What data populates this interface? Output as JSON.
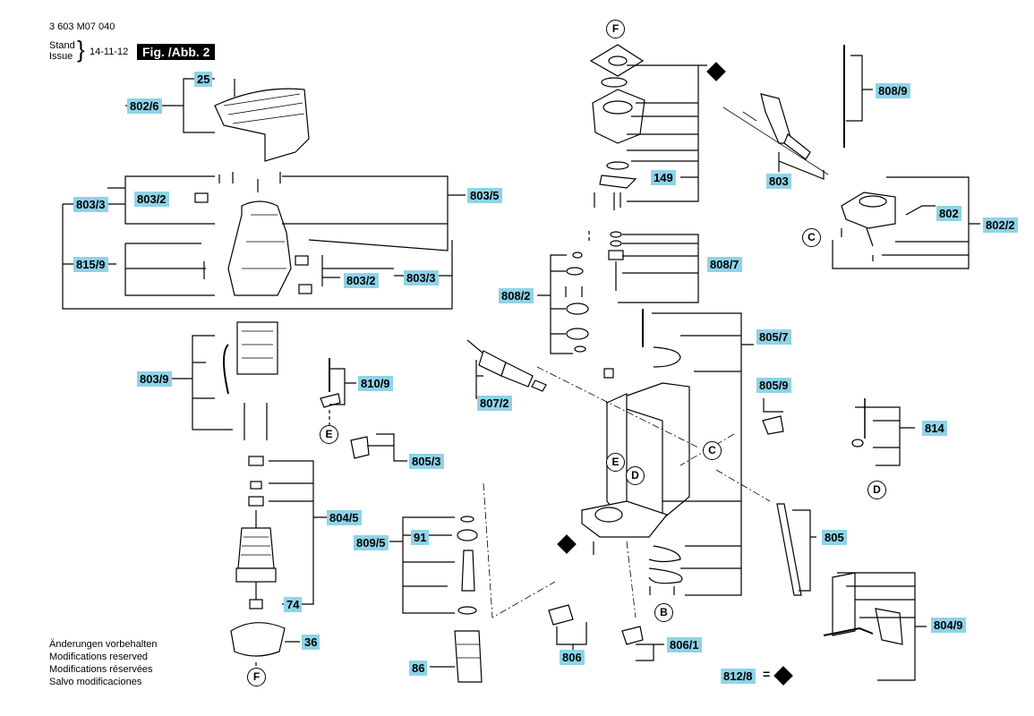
{
  "header": {
    "doc_number": "3 603 M07 040",
    "stand": "Stand",
    "issue": "Issue",
    "date": "14-11-12",
    "figure": "Fig. /Abb. 2"
  },
  "notes": [
    "Änderungen vorbehalten",
    "Modifications reserved",
    "Modifications réservées",
    "Salvo modificaciones"
  ],
  "legend": {
    "label": "812/8",
    "equals": "="
  },
  "part_labels": {
    "l25": "25",
    "l802_6": "802/6",
    "l803_3a": "803/3",
    "l803_2a": "803/2",
    "l803_5": "803/5",
    "l815_9": "815/9",
    "l803_2b": "803/2",
    "l803_3b": "803/3",
    "l803_9": "803/9",
    "l810_9": "810/9",
    "l805_3": "805/3",
    "l804_5": "804/5",
    "l74": "74",
    "l36": "36",
    "l149": "149",
    "l808_7": "808/7",
    "l808_2": "808/2",
    "l808_9": "808/9",
    "l803": "803",
    "l802": "802",
    "l802_2": "802/2",
    "l805_7": "805/7",
    "l807_2": "807/2",
    "l805_9": "805/9",
    "l814": "814",
    "l809_5": "809/5",
    "l91": "91",
    "l86": "86",
    "l805": "805",
    "l806": "806",
    "l806_1": "806/1",
    "l804_9": "804/9"
  },
  "callouts": {
    "cF_top": "F",
    "cF_bot": "F",
    "cE_left": "E",
    "cE_mid": "E",
    "cC_right": "C",
    "cC_mid": "C",
    "cD_mid": "D",
    "cD_right": "D",
    "cB": "B"
  },
  "colors": {
    "label_bg": "#8fd3e8",
    "line": "#000000"
  }
}
